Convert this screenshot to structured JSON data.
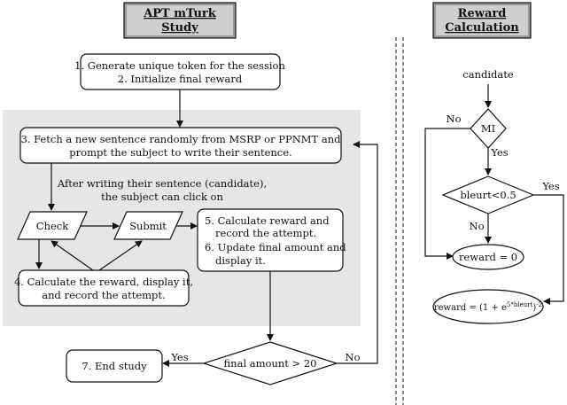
{
  "left_title": [
    "APT mTurk",
    "Study"
  ],
  "right_title": [
    "Reward",
    "Calculation"
  ],
  "steps": {
    "init": [
      "1. Generate unique token for the session",
      "2. Initialize final reward"
    ],
    "fetch": [
      "3. Fetch a new sentence randomly from MSRP or PPNMT and",
      "prompt the subject to write their sentence."
    ],
    "note": [
      "After writing their sentence (candidate),",
      "the subject can click on"
    ],
    "check": "Check",
    "submit": "Submit",
    "calc_check": [
      "4. Calculate the reward, display it,",
      "and record the attempt."
    ],
    "calc_submit": [
      "5. Calculate reward and",
      "record the attempt.",
      "6. Update final amount and",
      "display it."
    ],
    "final_cond": "final amount > 20",
    "end": "7. End study",
    "yes": "Yes",
    "no": "No"
  },
  "reward": {
    "candidate": "candidate",
    "mi": "MI",
    "bleurt_cond": "bleurt<0.5",
    "reward_zero": "reward = 0",
    "formula_prefix": "reward = (1 + e",
    "formula_exp": "5*bleurt",
    "formula_suffix": ")",
    "formula_pow": "-2",
    "yes": "Yes",
    "no": "No"
  }
}
